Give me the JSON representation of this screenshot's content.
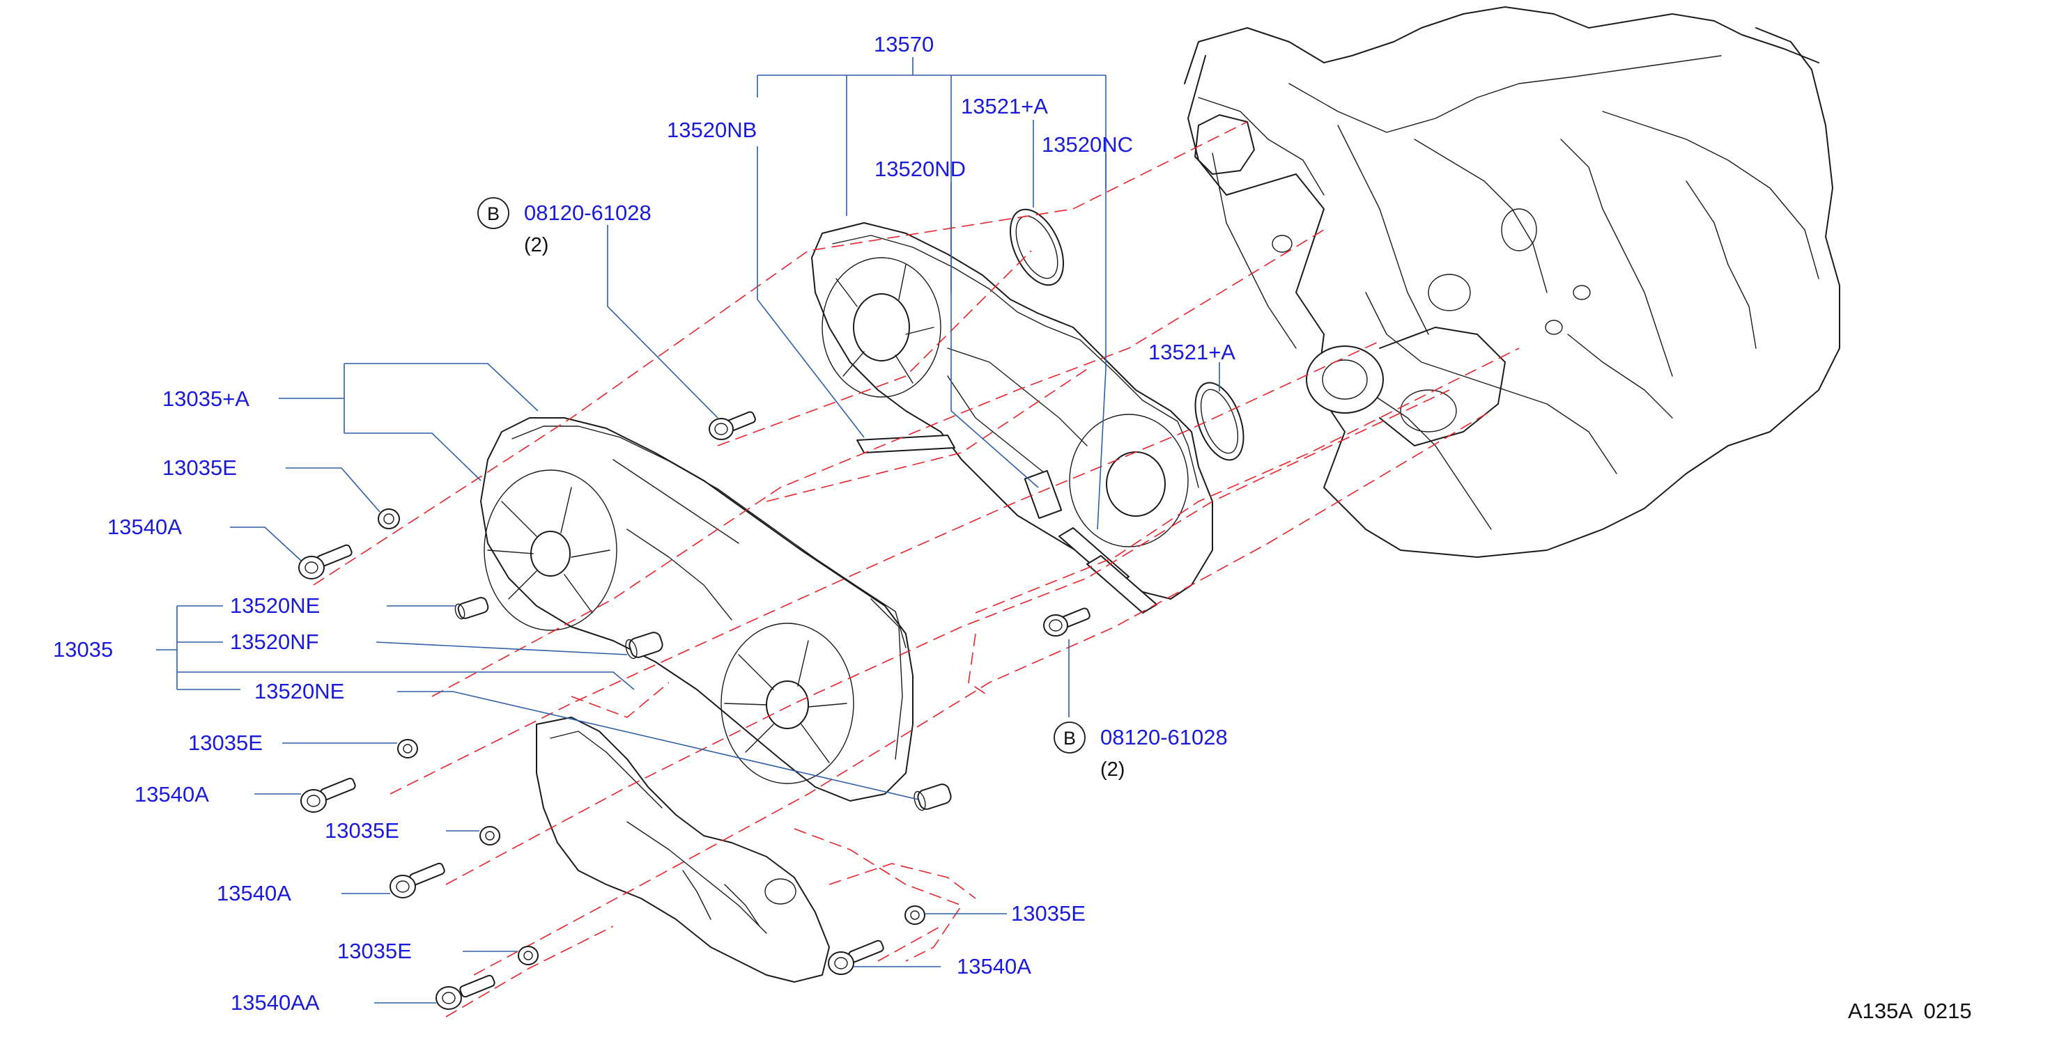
{
  "parts": {
    "p13570": "13570",
    "p13520NB": "13520NB",
    "p13521A_top": "13521+A",
    "p13520NC": "13520NC",
    "p13520ND": "13520ND",
    "p13521A_right": "13521+A",
    "p13035A": "13035+A",
    "p13035E_1": "13035E",
    "p13540A_1": "13540A",
    "p13520NE_1": "13520NE",
    "p13035": "13035",
    "p13520NF": "13520NF",
    "p13520NE_2": "13520NE",
    "p13035E_2": "13035E",
    "p13540A_2": "13540A",
    "p13035E_3": "13035E",
    "p13540A_3": "13540A",
    "p13035E_4": "13035E",
    "p13540AA": "13540AA",
    "p13035E_5": "13035E",
    "p13540A_4": "13540A"
  },
  "bolts": {
    "top": {
      "circle_letter": "B",
      "part_no": "08120-61028",
      "qty": "(2)"
    },
    "right": {
      "circle_letter": "B",
      "part_no": "08120-61028",
      "qty": "(2)"
    }
  },
  "diagram_code": "A135A  0215",
  "colors": {
    "label": "#1a1adb",
    "leader": "#2f5fa8",
    "phantom": "#e8242a",
    "outline": "#1b1b1b"
  }
}
